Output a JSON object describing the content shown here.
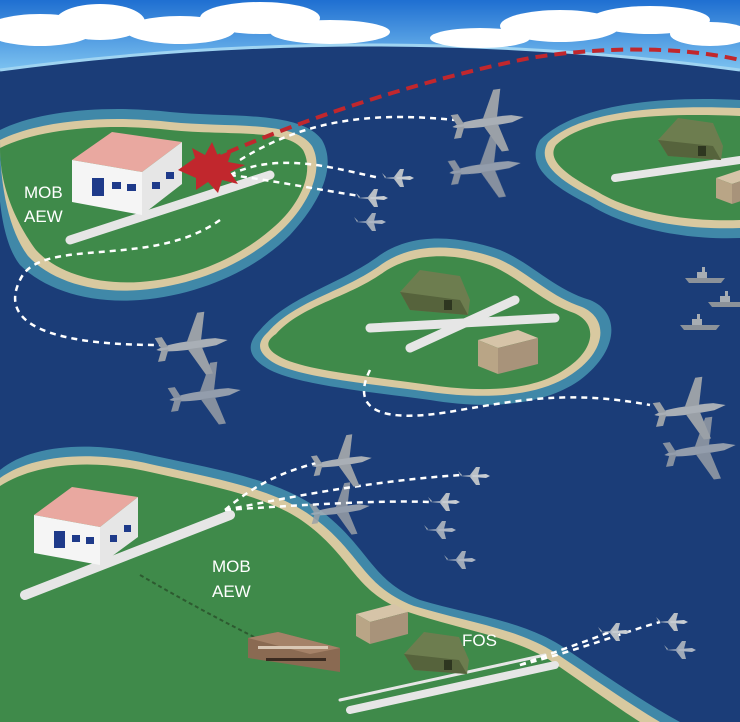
{
  "labels": {
    "north_base_line1": "MOB",
    "north_base_line2": "AEW",
    "south_base_line1": "MOB",
    "south_base_line2": "AEW",
    "forward_site": "FOS"
  },
  "colors": {
    "ocean": "#1b3d78",
    "land": "#3f8a4a",
    "beach": "#d8c9a0",
    "reef": "#5fc6cf",
    "runway": "#e6e6e6",
    "route_line": "#ffffff",
    "threat_line": "#c1272d"
  },
  "icons": [
    "hangar-icon",
    "tent-icon",
    "supply-crates-icon",
    "transport-aircraft-icon",
    "fighter-jet-icon",
    "ship-icon",
    "train-icon",
    "explosion-icon"
  ]
}
